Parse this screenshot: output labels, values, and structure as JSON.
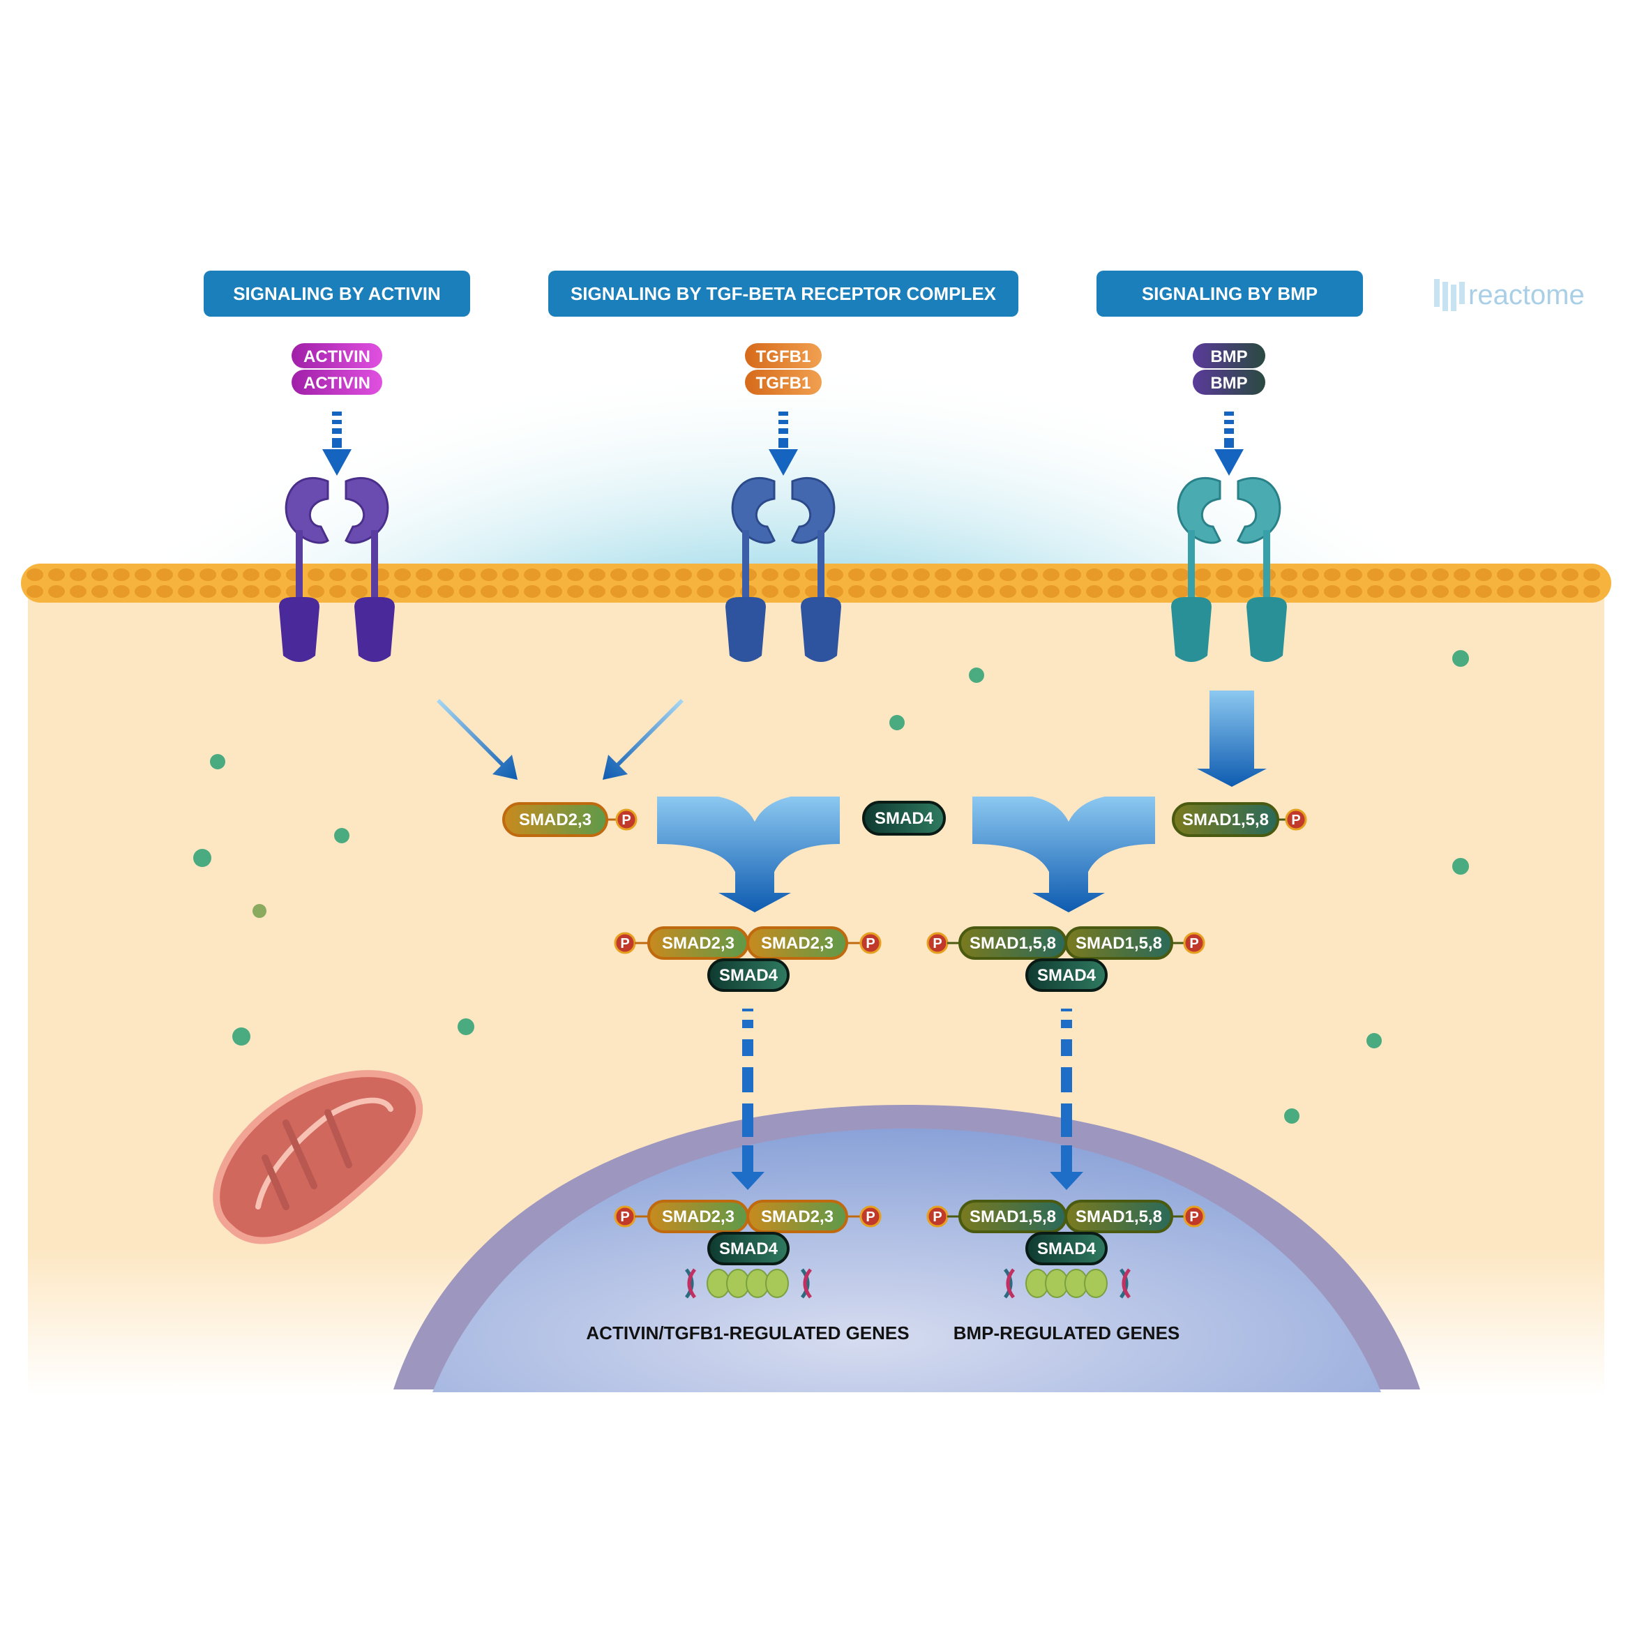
{
  "banners": {
    "activin": "SIGNALING BY ACTIVIN",
    "tgfb": "SIGNALING BY TGF-BETA RECEPTOR COMPLEX",
    "bmp": "SIGNALING BY BMP"
  },
  "logo": {
    "text": "reactome",
    "icon": "reactome-logo-icon"
  },
  "ligands": {
    "activin": [
      "ACTIVIN",
      "ACTIVIN"
    ],
    "tgfb1": [
      "TGFB1",
      "TGFB1"
    ],
    "bmp": [
      "BMP",
      "BMP"
    ]
  },
  "cytoplasm": {
    "smad23_p": "SMAD2,3",
    "smad4": "SMAD4",
    "smad158_p": "SMAD1,5,8",
    "phospho": "P"
  },
  "complexes": {
    "left": {
      "a": "SMAD2,3",
      "b": "SMAD2,3",
      "c": "SMAD4"
    },
    "right": {
      "a": "SMAD1,5,8",
      "b": "SMAD1,5,8",
      "c": "SMAD4"
    }
  },
  "nucleus": {
    "left": {
      "a": "SMAD2,3",
      "b": "SMAD2,3",
      "c": "SMAD4",
      "genes": "ACTIVIN/TGFB1-REGULATED GENES"
    },
    "right": {
      "a": "SMAD1,5,8",
      "b": "SMAD1,5,8",
      "c": "SMAD4",
      "genes": "BMP-REGULATED GENES"
    }
  },
  "colors": {
    "banner": "#1a7fba",
    "membrane": "#f5b23c",
    "cytoplasm": "#fde7c3",
    "activin": "#c43bc4",
    "tgfb1": "#e07030",
    "bmp": "#6a4a9a",
    "receptor_activin": "#6a4bb0",
    "receptor_tgfb": "#3c5ea8",
    "receptor_bmp": "#38a0a8",
    "smad4": "#1b4d3e",
    "phospho": "#c0392b",
    "nucleus": "#9aaad8"
  }
}
